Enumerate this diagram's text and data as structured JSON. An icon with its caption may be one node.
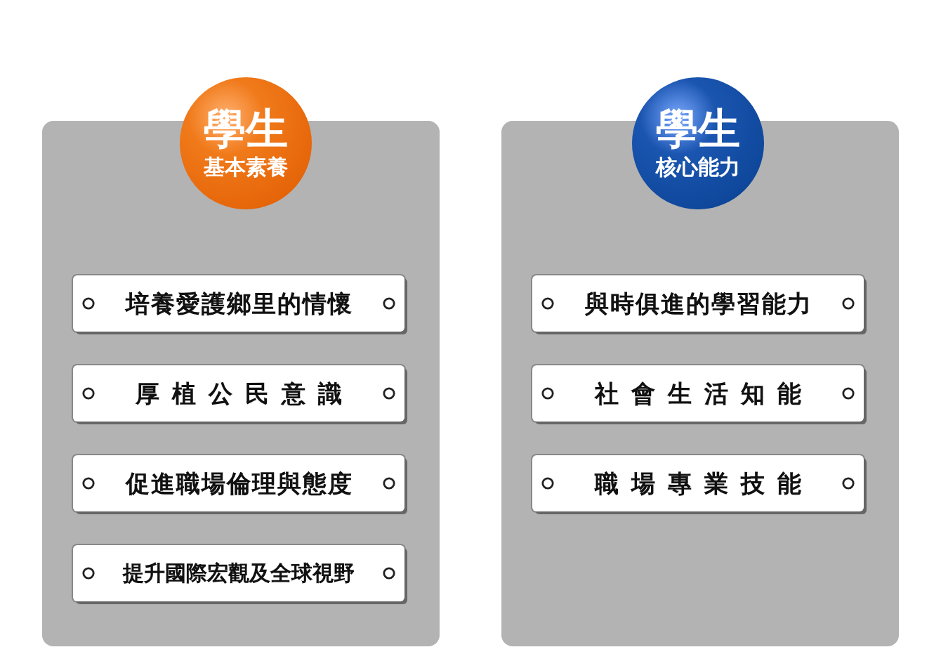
{
  "diagram": {
    "nodes": [
      {
        "text": [
          "學生",
          "基本素養"
        ]
      },
      {
        "text": [],
        "shape": "box"
      },
      {
        "text": [
          "培養愛護鄉里的情懷"
        ],
        "in": 1
      },
      {
        "text": [
          "厚植公民意識"
        ],
        "in": 1
      },
      {
        "text": [
          "促進職場倫理與態度"
        ],
        "in": 1
      },
      {
        "text": [
          "提升國際宏觀及全球視野"
        ],
        "in": 1
      },
      {
        "text": [
          "學生",
          "核心能力"
        ]
      },
      {
        "text": [],
        "shape": "box"
      },
      {
        "text": [
          "與時俱進的學習能力"
        ],
        "in": 7
      },
      {
        "text": [
          "社會生活知能"
        ],
        "in": 7
      },
      {
        "text": [
          "職場專業技能"
        ],
        "in": 7
      }
    ],
    "edges": []
  }
}
